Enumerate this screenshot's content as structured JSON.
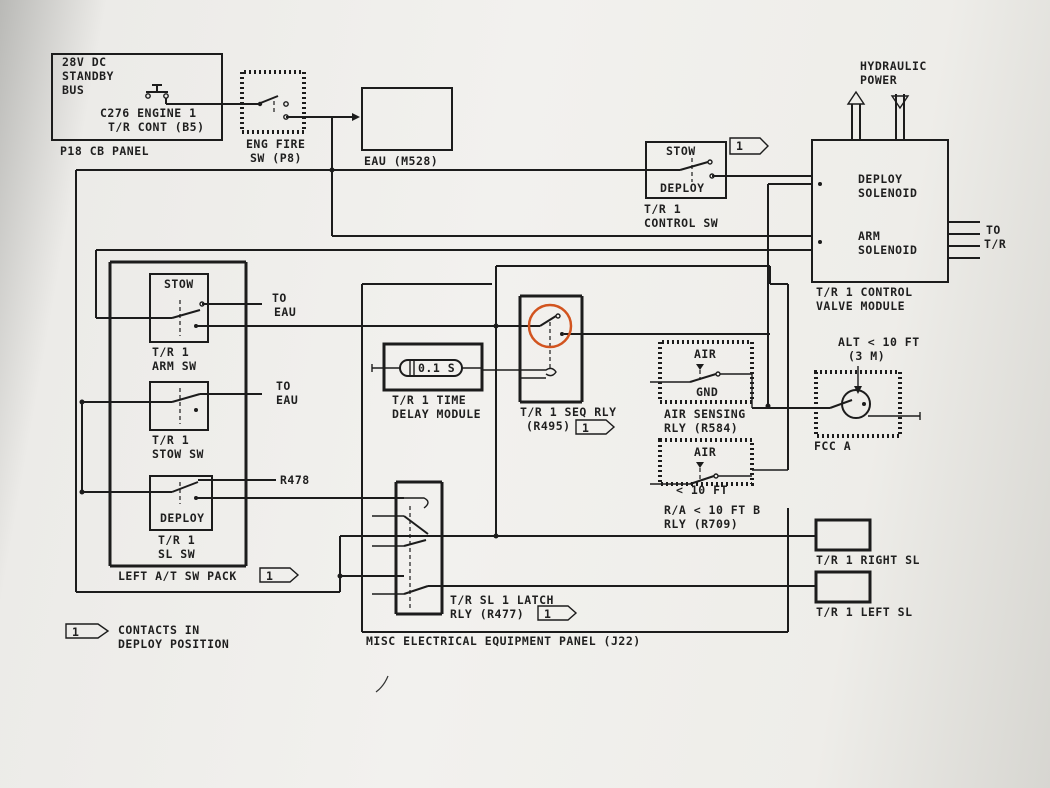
{
  "labels": {
    "bus": [
      "28V DC",
      "STANDBY",
      "BUS"
    ],
    "breaker": [
      "C276 ENGINE 1",
      "T/R CONT (B5)"
    ],
    "cb_panel": "P18 CB PANEL",
    "eng_fire_sw": [
      "ENG FIRE",
      "SW (P8)"
    ],
    "eau": "EAU (M528)",
    "hydraulic_power": [
      "HYDRAULIC",
      "POWER"
    ],
    "stow": "STOW",
    "deploy": "DEPLOY",
    "control_sw": [
      "T/R 1",
      "CONTROL SW"
    ],
    "deploy_solenoid": [
      "DEPLOY",
      "SOLENOID"
    ],
    "arm_solenoid": [
      "ARM",
      "SOLENOID"
    ],
    "to_tr": [
      "TO",
      "T/R"
    ],
    "control_valve_module": [
      "T/R 1 CONTROL",
      "VALVE MODULE"
    ],
    "to_eau": [
      "TO",
      "EAU"
    ],
    "arm_sw": [
      "T/R 1",
      "ARM SW"
    ],
    "stow_sw": [
      "T/R 1",
      "STOW SW"
    ],
    "sl_sw": [
      "T/R 1",
      "SL SW"
    ],
    "r478": "R478",
    "left_at_sw_pack": "LEFT A/T SW PACK",
    "time_value": "0.1 S",
    "time_delay_module": [
      "T/R 1 TIME",
      "DELAY MODULE"
    ],
    "seq_rly": [
      "T/R 1 SEQ RLY",
      "(R495)"
    ],
    "air": "AIR",
    "gnd": "GND",
    "air_sensing": [
      "AIR SENSING",
      "RLY (R584)"
    ],
    "lt_10ft": "< 10 FT",
    "ra_rly": [
      "R/A < 10 FT B",
      "RLY (R709)"
    ],
    "alt": [
      "ALT < 10 FT",
      "(3 M)"
    ],
    "fcc": "FCC A",
    "sl_latch": [
      "T/R SL 1 LATCH",
      "RLY (R477)"
    ],
    "misc_panel": "MISC ELECTRICAL EQUIPMENT PANEL (J22)",
    "right_sl": "T/R 1 RIGHT SL",
    "left_sl": "T/R 1 LEFT SL",
    "note_marker": "1",
    "note_text": [
      "CONTACTS IN",
      "DEPLOY POSITION"
    ]
  }
}
